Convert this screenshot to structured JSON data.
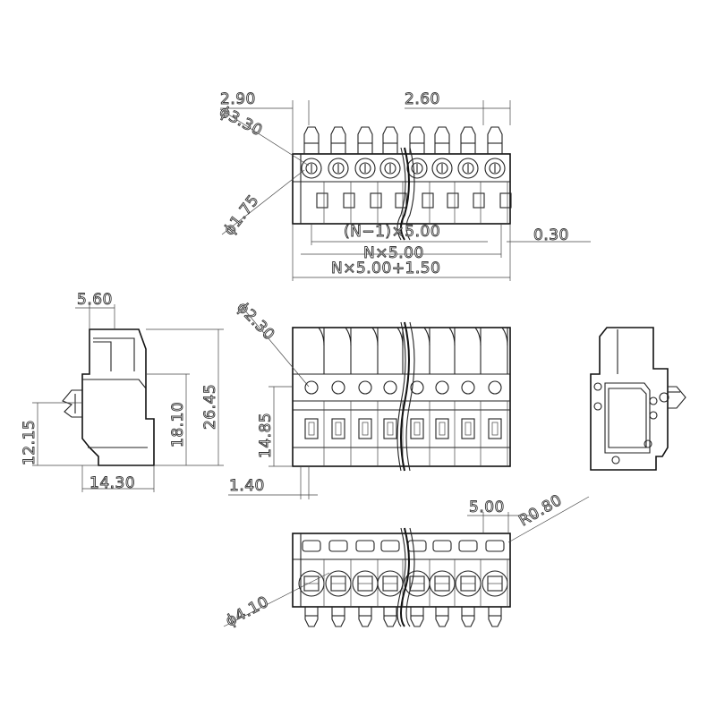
{
  "dimensions": {
    "pitch_left": "2.90",
    "hole_dia_top": "ϕ3.30",
    "pitch": "2.60",
    "pin_dia": "ϕ1.75",
    "n_minus_1": "(N−1)×5.00",
    "n_times": "N×5.00",
    "n_total": "N×5.00+1.50",
    "offset": "0.30",
    "side_depth": "5.60",
    "front_hole_dia": "ϕ2.30",
    "height_total": "26.45",
    "height_body": "18.10",
    "height_pin": "12.15",
    "side_width": "14.30",
    "front_height": "14.85",
    "front_offset": "1.40",
    "bottom_pitch": "5.00",
    "radius": "R0.80",
    "bottom_dia": "ϕ4.10"
  },
  "colors": {
    "line": "#111111",
    "background": "#ffffff"
  }
}
